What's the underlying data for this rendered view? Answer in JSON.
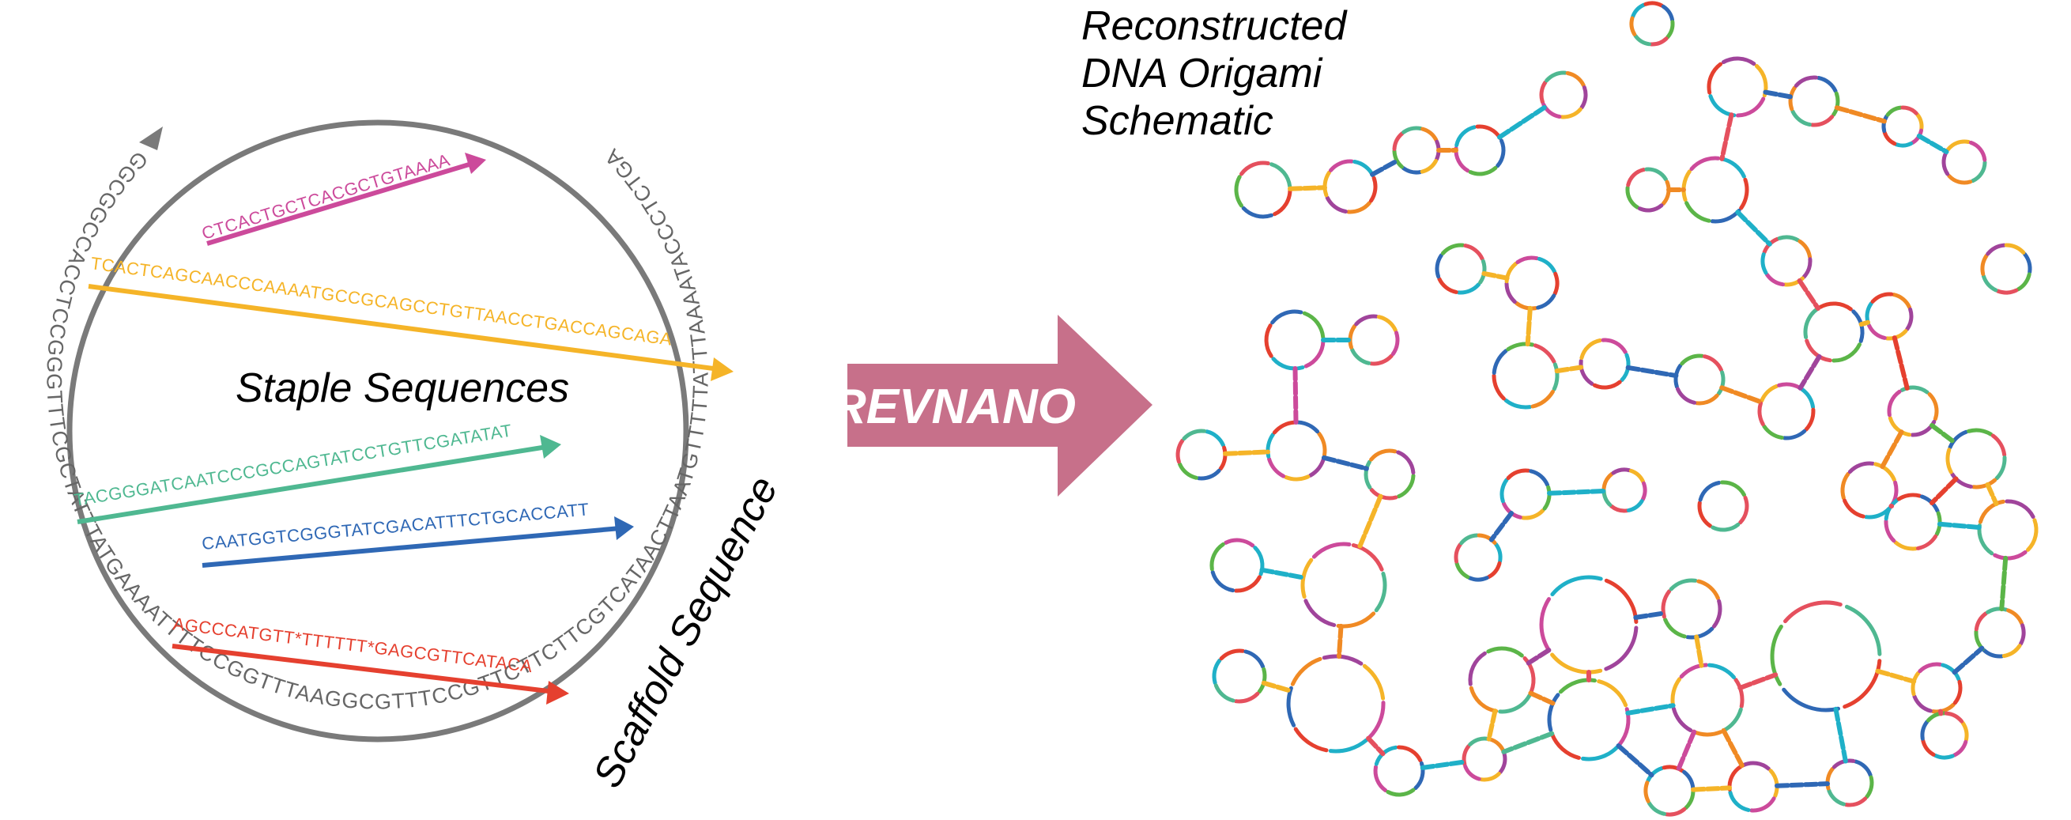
{
  "colors": {
    "magenta": "#cc4a9b",
    "yellow": "#f5b428",
    "teal": "#4fb891",
    "blue": "#2f68b5",
    "red": "#e5402f",
    "scaffold": "#7a7a7a",
    "arrow": "#c7708a"
  },
  "scaffold": {
    "label": "Scaffold Sequence",
    "sequence": "GGCGGCCACCTCCGGGTTTCGCTATTTATGAAAATTTTCCGGTTTAAGGCGTTTCCGTTCTTCTTCGTCATAACTTAATGTTTTTATTTAAAATACCCTCTGAAAAGAAAGGAAACGACAGGTGCTGAAAGCGAGGCTTTTTGGCCTCTGTC ..."
  },
  "staples": {
    "label": "Staple Sequences",
    "items": [
      {
        "text": "CTCACTGCTCACGCTGTAAAA",
        "color": "#cc4a9b"
      },
      {
        "text": "TCACTCAGCAACCCAAAATGCCGCAGCCTGTTAACCTGACCAGCAGA",
        "color": "#f5b428"
      },
      {
        "text": "TACGGGATCAATCCCGCCAGTATCCTGTTCGATATAT",
        "color": "#4fb891"
      },
      {
        "text": "CAATGGTCGGGTATCGACATTTCTGCACCATT",
        "color": "#2f68b5"
      },
      {
        "text": "AGCCCATGTT*TTTTTT*GAGCGTTCATACA",
        "color": "#e5402f"
      }
    ]
  },
  "process": {
    "label": "REVNANO"
  },
  "output": {
    "title_line1": "Reconstructed",
    "title_line2": "DNA Origami",
    "title_line3": "Schematic"
  }
}
